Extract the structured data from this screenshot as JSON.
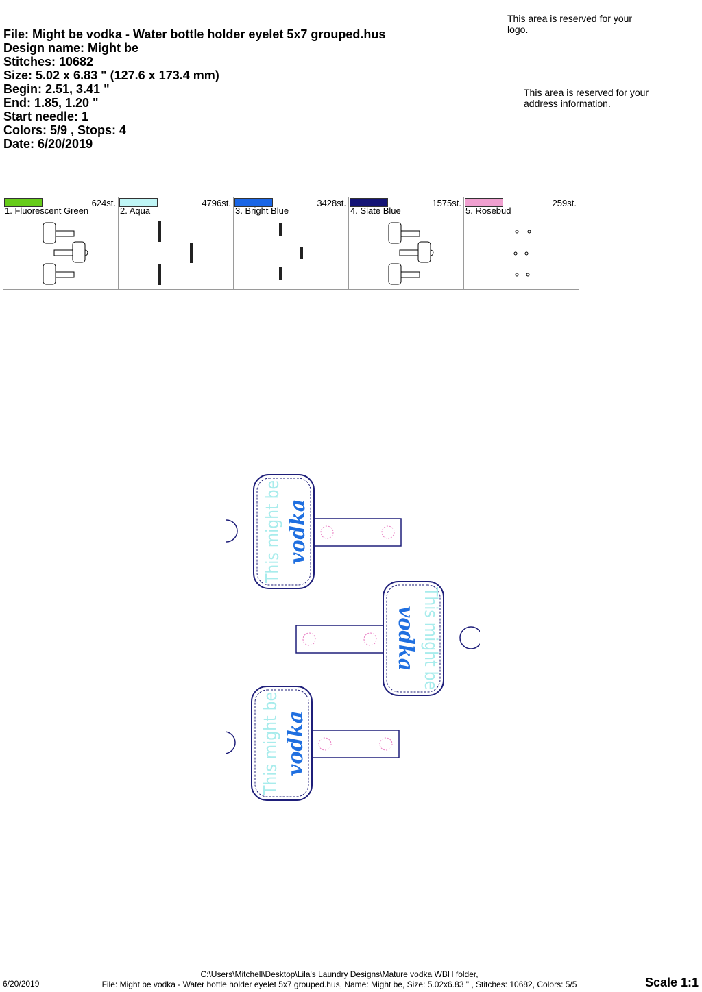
{
  "header": {
    "file": "File: Might be vodka - Water bottle holder eyelet 5x7 grouped.hus",
    "design_name": "Design name: Might be",
    "stitches": "Stitches: 10682",
    "size": "Size: 5.02 x 6.83 \" (127.6 x 173.4 mm)",
    "begin": "Begin: 2.51, 3.41 \"",
    "end": "End: 1.85, 1.20 \"",
    "start_needle": "Start needle: 1",
    "colors_stops": "Colors: 5/9 , Stops: 4",
    "date": "Date: 6/20/2019"
  },
  "reserved": {
    "logo": "This area is reserved for your logo.",
    "address": "This area is reserved for your address information."
  },
  "palette": [
    {
      "name": "1. Fluorescent Green",
      "stitches": "624st.",
      "color": "#66cc1a"
    },
    {
      "name": "2. Aqua",
      "stitches": "4796st.",
      "color": "#bff5f5"
    },
    {
      "name": "3. Bright Blue",
      "stitches": "3428st.",
      "color": "#1a66e6"
    },
    {
      "name": "4. Slate Blue",
      "stitches": "1575st.",
      "color": "#141475"
    },
    {
      "name": "5. Rosebud",
      "stitches": "259st.",
      "color": "#f0a0d0"
    }
  ],
  "design_text": {
    "line1": "This might be",
    "line2": "vodka"
  },
  "colors": {
    "outline": "#1f1f7a",
    "aqua_text": "#a8ecec",
    "blue_text": "#1f6fe0",
    "eyelet": "#e878c0"
  },
  "footer": {
    "date": "6/20/2019",
    "path": "C:\\Users\\Mitchell\\Desktop\\Lila's Laundry Designs\\Mature vodka WBH folder,",
    "summary": "File: Might be vodka - Water bottle holder eyelet 5x7 grouped.hus, Name: Might be, Size: 5.02x6.83 \" , Stitches: 10682, Colors: 5/5",
    "scale": "Scale 1:1"
  }
}
